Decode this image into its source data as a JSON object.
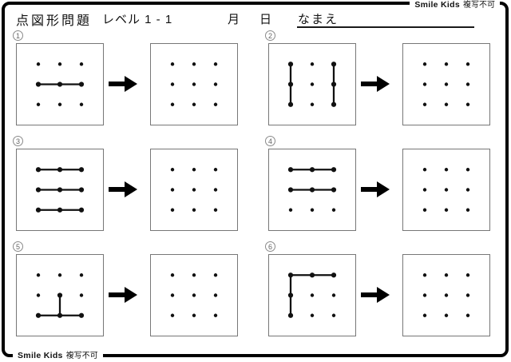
{
  "brand": {
    "name": "Smile Kids",
    "notice": "複写不可"
  },
  "header": {
    "title": "点図形問題",
    "level": "レベル 1 - 1",
    "month_label": "月",
    "day_label": "日",
    "name_label": "なまえ"
  },
  "colors": {
    "ink": "#111111",
    "frame": "#000000",
    "box_border": "#777777",
    "number_circle": "#8a8a8a"
  },
  "dot_grid": {
    "rows": 3,
    "cols": 3
  },
  "problems": [
    {
      "number": "1",
      "segments": [
        [
          [
            0,
            1
          ],
          [
            2,
            1
          ]
        ]
      ]
    },
    {
      "number": "2",
      "segments": [
        [
          [
            0,
            0
          ],
          [
            0,
            2
          ]
        ],
        [
          [
            2,
            0
          ],
          [
            2,
            2
          ]
        ]
      ]
    },
    {
      "number": "3",
      "segments": [
        [
          [
            0,
            0
          ],
          [
            2,
            0
          ]
        ],
        [
          [
            0,
            1
          ],
          [
            2,
            1
          ]
        ],
        [
          [
            0,
            2
          ],
          [
            2,
            2
          ]
        ]
      ]
    },
    {
      "number": "4",
      "segments": [
        [
          [
            0,
            0
          ],
          [
            2,
            0
          ]
        ],
        [
          [
            0,
            1
          ],
          [
            2,
            1
          ]
        ]
      ]
    },
    {
      "number": "5",
      "segments": [
        [
          [
            0,
            2
          ],
          [
            2,
            2
          ]
        ],
        [
          [
            1,
            1
          ],
          [
            1,
            2
          ]
        ]
      ]
    },
    {
      "number": "6",
      "segments": [
        [
          [
            0,
            0
          ],
          [
            2,
            0
          ]
        ],
        [
          [
            0,
            0
          ],
          [
            0,
            2
          ]
        ]
      ]
    }
  ]
}
